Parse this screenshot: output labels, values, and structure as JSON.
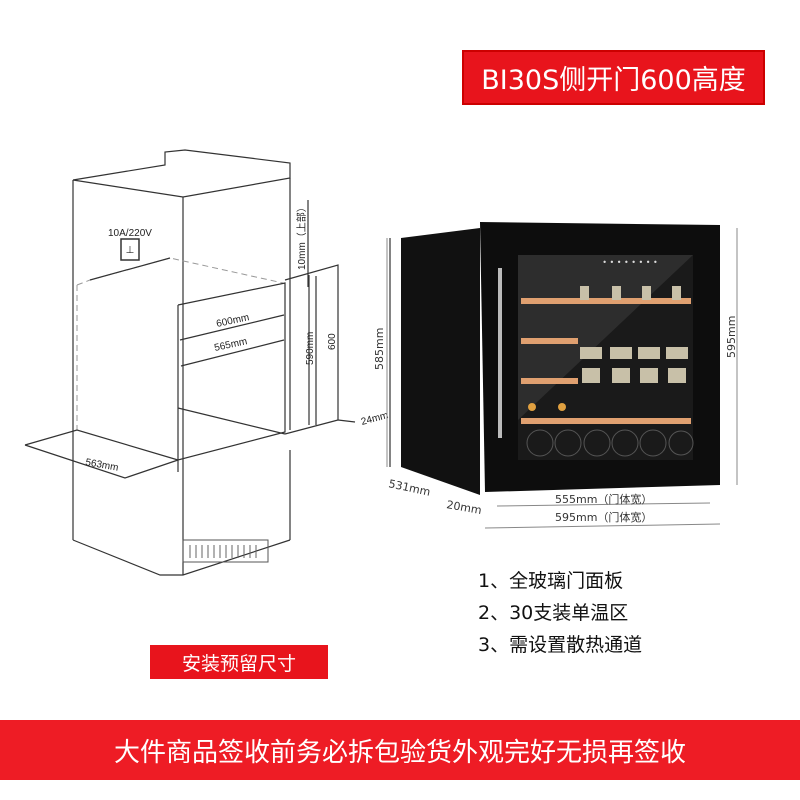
{
  "title": "BI30S侧开门600高度",
  "install_drawing": {
    "socket_label": "10A/220V",
    "dims": {
      "top_gap": "10mm（上部）",
      "width_outer": "600mm",
      "width_inner": "565mm",
      "height_inner": "590mm",
      "height_outer": "600",
      "plinth": "24mm",
      "depth": "563mm"
    },
    "label": "安装预留尺寸"
  },
  "product_drawing": {
    "dims": {
      "body_height": "585mm",
      "total_height": "595mm",
      "depth": "531mm",
      "door_thickness": "20mm",
      "inner_width": "555mm（门体宽）",
      "outer_width": "595mm（门体宽）"
    }
  },
  "features": [
    "1、全玻璃门面板",
    "2、30支装单温区",
    "3、需设置散热通道"
  ],
  "banner": "大件商品签收前务必拆包验货外观完好无损再签收",
  "colors": {
    "accent_red": "#e8141c",
    "cabinet": "#0d0d0d",
    "shelf": "#e0a070"
  }
}
